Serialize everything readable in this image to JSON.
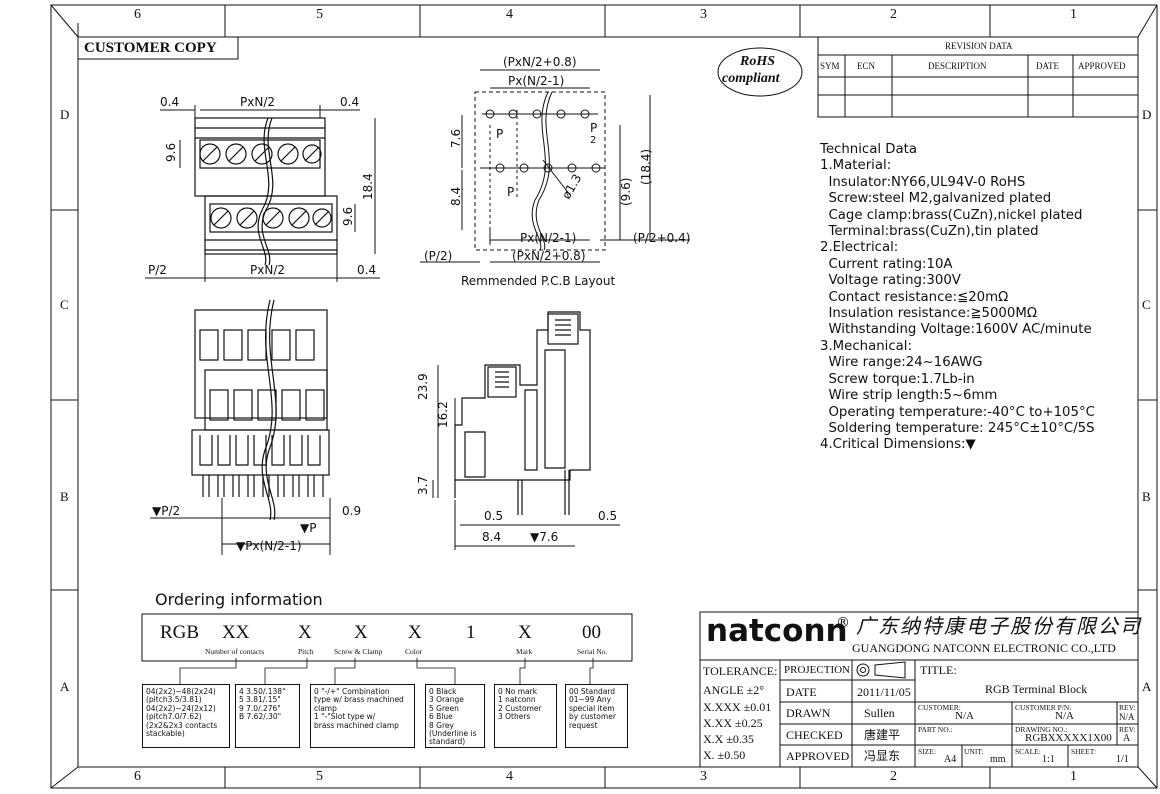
{
  "frame": {
    "col_numbers": [
      "6",
      "5",
      "4",
      "3",
      "2",
      "1"
    ],
    "row_letters": [
      "D",
      "C",
      "B",
      "A"
    ]
  },
  "customer_copy": "CUSTOMER COPY",
  "rohs": [
    "RoHS",
    "compliant"
  ],
  "revision": {
    "title": "REVISION DATA",
    "headers": [
      "SYM",
      "ECN",
      "DESCRIPTION",
      "DATE",
      "APPROVED"
    ]
  },
  "tech_data": [
    "Technical Data",
    "1.Material:",
    "  Insulator:NY66,UL94V-0 RoHS",
    "  Screw:steel M2,galvanized plated",
    "  Cage clamp:brass(CuZn),nickel plated",
    "  Terminal:brass(CuZn),tin plated",
    "2.Electrical:",
    "  Current rating:10A",
    "  Voltage rating:300V",
    "  Contact resistance:≦20mΩ",
    "  Insulation resistance:≧5000MΩ",
    "  Withstanding Voltage:1600V AC/minute",
    "3.Mechanical:",
    "  Wire range:24~16AWG",
    "  Screw torque:1.7Lb-in",
    "  Wire strip length:5~6mm",
    "  Operating temperature:-40°C to+105°C",
    "  Soldering temperature: 245°C±10°C/5S",
    "4.Critical Dimensions:▼"
  ],
  "dims_front": {
    "left_margin": "0.4",
    "top_span": "PxN/2",
    "right_margin": "0.4",
    "h_top": "9.6",
    "h_total": "18.4",
    "h_bottom": "9.6",
    "bottom_left": "P/2",
    "bottom_span": "PxN/2",
    "bottom_right": "0.4"
  },
  "dims_pcb": {
    "top_outer": "(PxN/2+0.8)",
    "top_inner": "Px(N/2-1)",
    "h_upper": "7.6",
    "p_upper": "P",
    "p_half": "P",
    "p_half_den": "2",
    "h_lower": "8.4",
    "p_lower": "P",
    "hole": "ø1.3",
    "v_inner": "(9.6)",
    "v_outer": "(18.4)",
    "bottom_inner": "Px(N/2-1)",
    "bottom_right": "(P/2+0.4)",
    "bottom_left": "(P/2)",
    "bottom_outer": "(PxN/2+0.8)",
    "caption": "Remmended P.C.B Layout"
  },
  "dims_bottom": {
    "left": "▼P/2",
    "right": "0.9",
    "p": "▼P",
    "span": "▼Px(N/2-1)"
  },
  "dims_side": {
    "h_total": "23.9",
    "h_mid": "16.2",
    "h_pin": "3.7",
    "w_a": "0.5",
    "w_b": "0.5",
    "w_c": "8.4",
    "w_d": "▼7.6"
  },
  "ordering": {
    "title": "Ordering information",
    "codes": [
      "RGB",
      "XX",
      "X",
      "X",
      "X",
      "1",
      "X",
      "00"
    ],
    "labels": [
      "Number of contacts",
      "Pitch",
      "Screw & Clamp",
      "Color",
      "Mark",
      "Serial No."
    ],
    "boxes": [
      "04(2x2)~48(2x24)\n(pitch3.5/3.81)\n04(2x2)~24(2x12)\n(pitch7.0/7.62)\n(2x2&2x3 contacts\nstackable)",
      "4  3.50/.138\"\n5  3.81/.15\"\n9  7.0/.276\"\nB  7.62/.30\"",
      "0  \"-/+\" Combination\ntype w/ brass machined\nclamp\n1  \"-\"Slot type w/\nbrass machined clamp",
      "0 Black\n3 Orange\n5 Green\n6 Blue\n8 Grey\n(Underline is\nstandard)",
      "0 No mark\n1 natconn\n2 Customer\n3 Others",
      "00 Standard\n01~99 Any\nspecial item\nby customer\nrequest"
    ]
  },
  "title_block": {
    "logo": "natconn",
    "reg": "®",
    "company_cn": "广东纳特康电子股份有限公司",
    "company_en": "GUANGDONG NATCONN ELECTRONIC CO.,LTD",
    "tolerance": [
      "TOLERANCE:",
      "ANGLE ±2°",
      "X.XXX ±0.01",
      "X.XX   ±0.25",
      "X.X     ±0.35",
      "X.       ±0.50"
    ],
    "projection": "PROJECTION",
    "date_label": "DATE",
    "date_value": "2011/11/05",
    "drawn_label": "DRAWN",
    "drawn_value": "Sullen",
    "checked_label": "CHECKED",
    "checked_value": "唐建平",
    "approved_label": "APPROVED",
    "approved_value": "冯显东",
    "title_label": "TITLE:",
    "title_value": "RGB  Terminal Block",
    "customer_label": "CUSTOMER:",
    "customer_value": "N/A",
    "customer_pn_label": "CUSTOMER P/N:",
    "customer_pn_value": "N/A",
    "rev_label": "REV:",
    "rev_value": "N/A",
    "part_no_label": "PART NO.:",
    "drawing_no_label": "DRAWING NO.:",
    "drawing_no_value": "RGBXXXXX1X00",
    "rev2_label": "REV:",
    "rev2_value": "A",
    "size_label": "SIZE:",
    "size_value": "A4",
    "unit_label": "UNIT:",
    "unit_value": "mm",
    "scale_label": "SCALE:",
    "scale_value": "1:1",
    "sheet_label": "SHEET:",
    "sheet_value": "1/1"
  }
}
